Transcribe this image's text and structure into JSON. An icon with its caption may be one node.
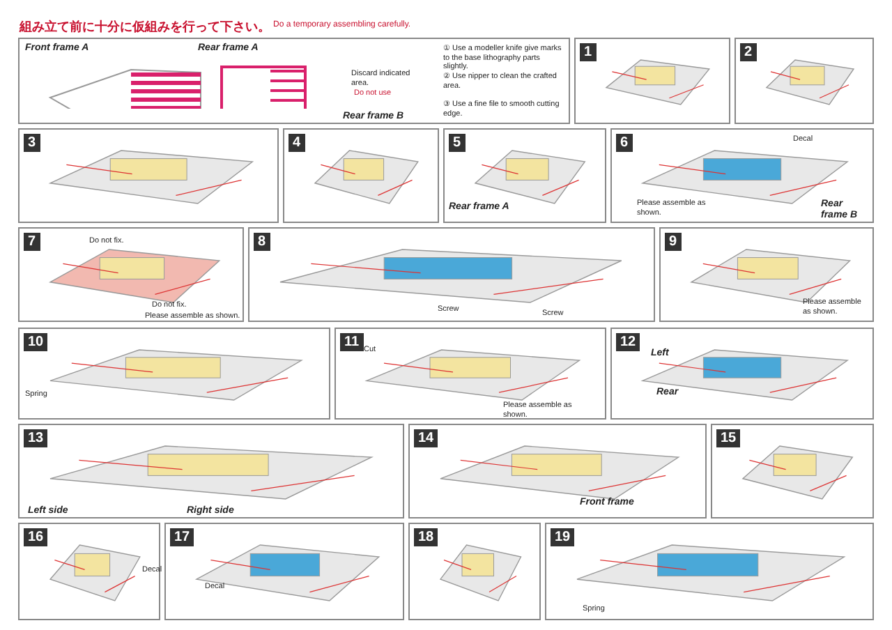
{
  "diagram": {
    "title": "組み立て前に十分に仮組みを行って下さい。",
    "nodes": [
      {
        "text": [
          "Front frame A",
          "Rear frame A",
          "Discard indicated area.",
          "Do not use",
          "Rear frame B",
          "① Use a modeller knife give marks to the base lithography parts slightly.",
          "② Use nipper to clean the crafted area.",
          "③ Use a fine file to smooth cutting edge."
        ]
      },
      {
        "text": [
          "1"
        ]
      },
      {
        "text": [
          "2"
        ]
      },
      {
        "text": [
          "3"
        ]
      },
      {
        "text": [
          "4"
        ]
      },
      {
        "text": [
          "5",
          "Rear frame A"
        ]
      },
      {
        "text": [
          "6",
          "Please assemble as shown.",
          "Decal",
          "Rear frame B"
        ]
      },
      {
        "text": [
          "7",
          "Do not fix.",
          "Do not fix.",
          "Please assemble as shown."
        ]
      },
      {
        "text": [
          "8",
          "Screw",
          "Screw"
        ]
      },
      {
        "text": [
          "9",
          "Please assemble as shown."
        ]
      },
      {
        "text": [
          "10",
          "Spring"
        ]
      },
      {
        "text": [
          "11",
          "Cut",
          "Please assemble as shown."
        ]
      },
      {
        "text": [
          "12",
          "Left",
          "Rear"
        ]
      },
      {
        "text": [
          "13",
          "Left side",
          "Right side"
        ]
      },
      {
        "text": [
          "14",
          "Front frame"
        ]
      },
      {
        "text": [
          "15"
        ]
      },
      {
        "text": [
          "16",
          "Decal"
        ]
      },
      {
        "text": [
          "17",
          "Decal"
        ]
      },
      {
        "text": [
          "18"
        ]
      },
      {
        "text": [
          "19",
          "Spring"
        ]
      }
    ],
    "labels": [
      "Do a temporary assembling carefully."
    ]
  }
}
